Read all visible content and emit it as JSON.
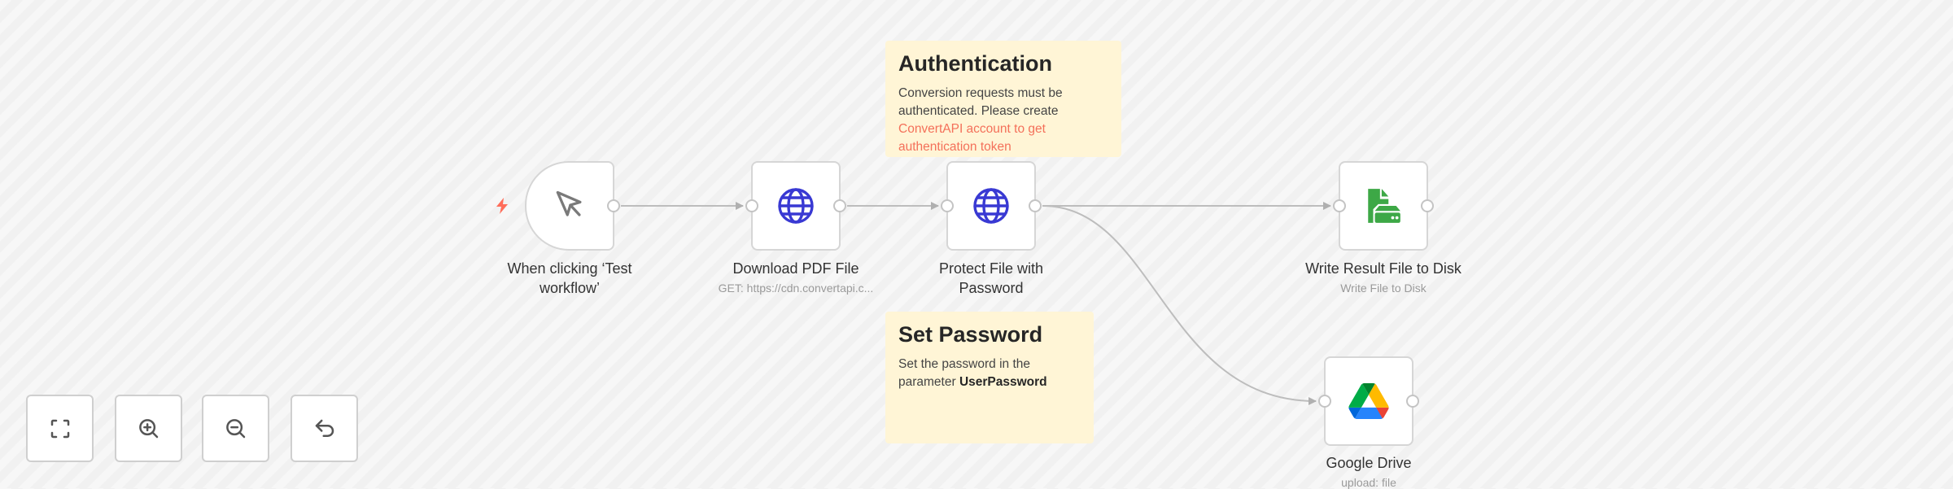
{
  "canvas": {
    "background": "#f5f5f5",
    "edge_color": "#b8b8b8"
  },
  "nodes": [
    {
      "id": "trigger",
      "title": "When clicking ‘Test workflow’",
      "title_line1": "When clicking ‘Test",
      "title_line2": "workflow’",
      "subtitle": "",
      "icon": "cursor-icon",
      "type": "manual-trigger"
    },
    {
      "id": "download",
      "title": "Download PDF File",
      "subtitle": "GET: https://cdn.convertapi.c...",
      "icon": "globe-icon",
      "icon_color": "#3939d3"
    },
    {
      "id": "protect",
      "title": "Protect File with Password",
      "title_line1": "Protect File with",
      "title_line2": "Password",
      "subtitle": "",
      "icon": "globe-icon",
      "icon_color": "#3939d3"
    },
    {
      "id": "write",
      "title": "Write Result File to Disk",
      "subtitle": "Write File to Disk",
      "icon": "file-disk-icon",
      "icon_color": "#3da846"
    },
    {
      "id": "gdrive",
      "title": "Google Drive",
      "subtitle": "upload: file",
      "icon": "google-drive-icon"
    }
  ],
  "sticky_notes": [
    {
      "id": "auth",
      "heading": "Authentication",
      "text_plain": "Conversion requests must be authenticated. Please create",
      "line1": "Conversion requests must be",
      "line2": "authenticated. Please create",
      "link_line1": "ConvertAPI account to get",
      "link_line2": "authentication token",
      "link_color": "#f4705a",
      "background": "#fff5d6"
    },
    {
      "id": "password",
      "heading": "Set Password",
      "line1": "Set the password in the",
      "line2_prefix": "parameter ",
      "line2_bold": "UserPassword",
      "background": "#fff5d6"
    }
  ],
  "trigger_indicator": {
    "icon": "lightning-icon",
    "color": "#ff6d5a"
  },
  "controls": [
    {
      "id": "fit",
      "label": "Fit view",
      "icon": "fullscreen-icon"
    },
    {
      "id": "zoom-in",
      "label": "Zoom in",
      "icon": "zoom-in-icon"
    },
    {
      "id": "zoom-out",
      "label": "Zoom out",
      "icon": "zoom-out-icon"
    },
    {
      "id": "reset",
      "label": "Reset zoom",
      "icon": "undo-icon"
    }
  ],
  "connections": [
    {
      "from": "trigger",
      "to": "download"
    },
    {
      "from": "download",
      "to": "protect"
    },
    {
      "from": "protect",
      "to": "write"
    },
    {
      "from": "protect",
      "to": "gdrive"
    }
  ]
}
